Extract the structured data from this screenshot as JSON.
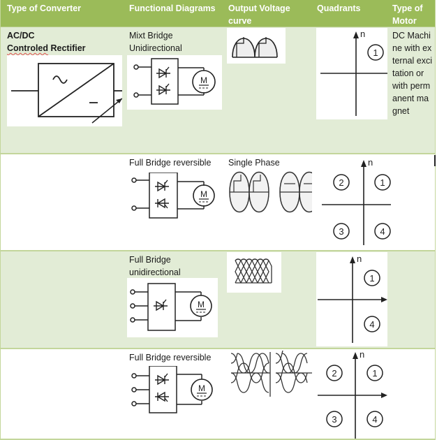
{
  "table": {
    "headers": [
      "Type of Converter",
      "Functional Diagrams",
      "Output Voltage curve",
      "Quadrants",
      "Type of Motor"
    ],
    "colors": {
      "header_bg": "#9bbb59",
      "band_bg": "#e2ecd6",
      "plain_bg": "#ffffff",
      "border": "#c3d69b"
    },
    "rows": [
      {
        "converter_line1": "AC/DC",
        "converter_line2_a": "Controled",
        "converter_line2_b": " Rectifier",
        "converter_symbol": "ac-dc-rectifier-symbol",
        "functional_label": "Mixt Bridge Unidirectional",
        "functional_diagram": "mixed-bridge-2-input-thyristor-motor",
        "voltage_label": "",
        "voltage_curve": "two-half-wave-arcs",
        "quadrants": [
          "1"
        ],
        "axis_label": "n",
        "motor": "DC Machine with external excitation or with permanent magnet"
      },
      {
        "converter_line1": "",
        "functional_label": "Full Bridge reversible",
        "functional_diagram": "full-bridge-2-input-antiparallel-thyristors-motor",
        "voltage_label": "Single Phase",
        "voltage_curve": "single-phase-full-wave-reversible",
        "quadrants": [
          "2",
          "1",
          "3",
          "4"
        ],
        "axis_label": "n",
        "motor": ""
      },
      {
        "converter_line1": "",
        "functional_label": "Full Bridge unidirectional",
        "functional_diagram": "full-bridge-3-input-thyristor-motor",
        "voltage_label": "",
        "voltage_curve": "three-phase-ripple",
        "quadrants": [
          "1",
          "4"
        ],
        "axis_label": "n",
        "motor": ""
      },
      {
        "converter_line1": "",
        "functional_label": "Full Bridge reversible",
        "functional_diagram": "full-bridge-3-input-antiparallel-thyristors-motor",
        "voltage_label": "",
        "voltage_curve": "three-phase-reversible-ripple",
        "quadrants": [
          "2",
          "1",
          "3",
          "4"
        ],
        "axis_label": "n",
        "motor": ""
      }
    ],
    "motor_symbol_letter": "M"
  }
}
